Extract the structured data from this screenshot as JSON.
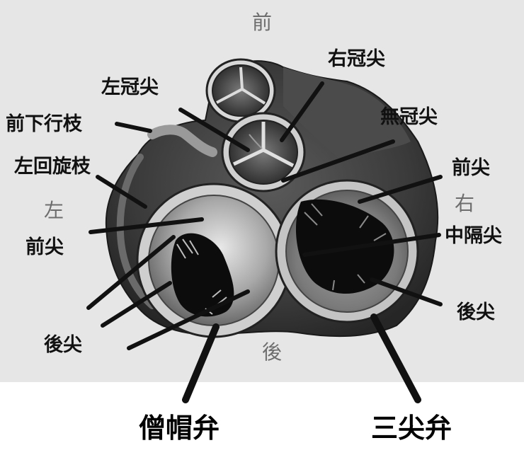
{
  "orientation": {
    "anterior": "前",
    "posterior": "後",
    "left": "左",
    "right": "右"
  },
  "labels": {
    "right_coronary_cusp": "右冠尖",
    "left_coronary_cusp": "左冠尖",
    "anterior_descending_branch": "前下行枝",
    "non_coronary_cusp": "無冠尖",
    "left_circumflex_branch": "左回旋枝",
    "tricuspid_anterior_leaflet": "前尖",
    "mitral_anterior_leaflet": "前尖",
    "septal_leaflet": "中隔尖",
    "tricuspid_posterior_leaflet": "後尖",
    "mitral_posterior_leaflet": "後尖"
  },
  "valves": {
    "mitral": "僧帽弁",
    "tricuspid": "三尖弁"
  },
  "colors": {
    "background_panel": "#e6e6e6",
    "tissue": "#3d3d3d",
    "annulus": "#c9c9c9",
    "orifice": "#0c0c0c",
    "label_direction": "#6d6d6d"
  }
}
